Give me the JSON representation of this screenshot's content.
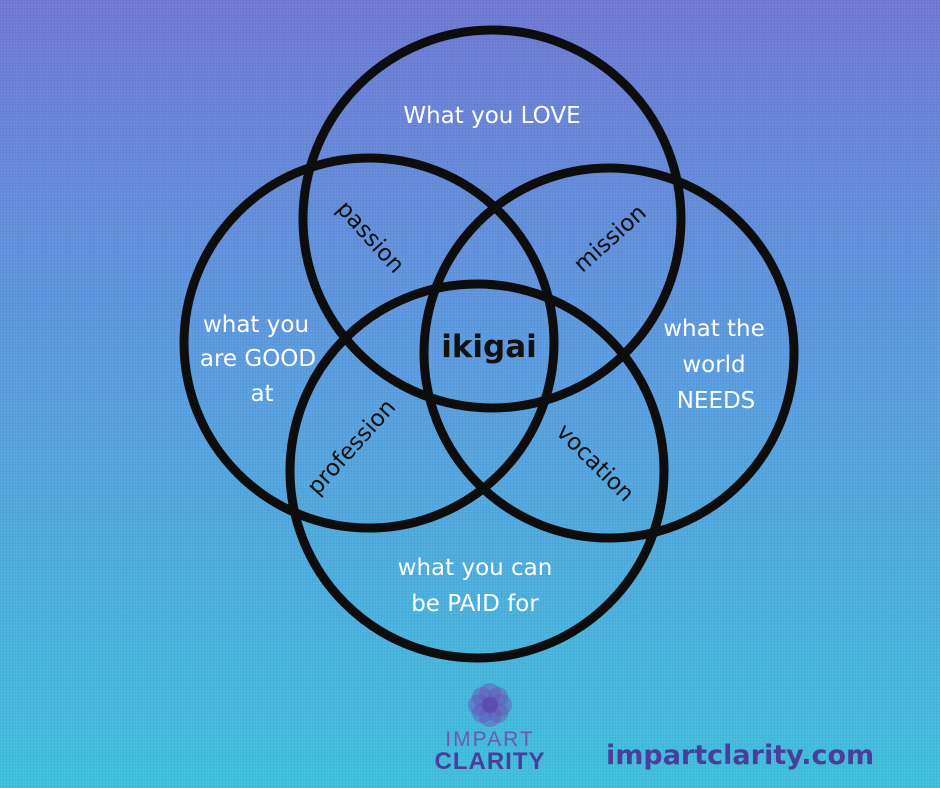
{
  "circles": {
    "love": {
      "label": "What you LOVE"
    },
    "good": {
      "lines": [
        "what you",
        "are GOOD",
        "at"
      ]
    },
    "world": {
      "lines": [
        "what the",
        "world",
        "NEEDS"
      ]
    },
    "paid": {
      "lines": [
        "what you can",
        "be PAID for"
      ]
    }
  },
  "overlaps": {
    "passion": "passion",
    "mission": "mission",
    "profession": "profession",
    "vocation": "vocation",
    "center": "ikigai"
  },
  "brand": {
    "logo_top": "IMPART",
    "logo_bottom": "CLARITY",
    "website": "impartclarity.com"
  },
  "colors": {
    "background_top": "#6f79d4",
    "background_bottom": "#3fc0dc",
    "circle_stroke": "#0d0d0d",
    "brand_purple": "#4b3d9a"
  }
}
